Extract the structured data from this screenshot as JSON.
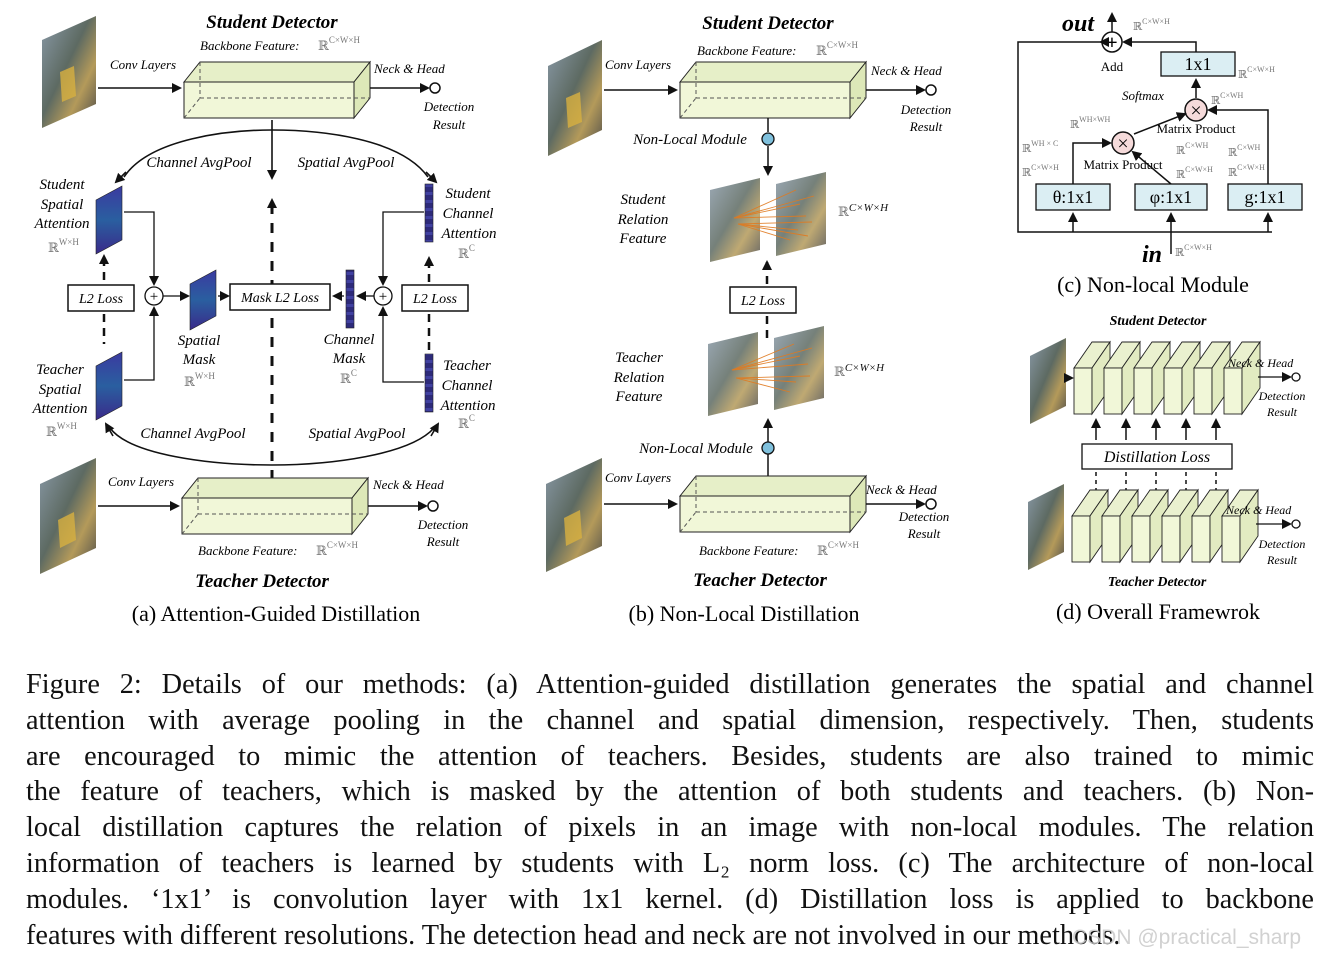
{
  "panel_a": {
    "title_student": "Student Detector",
    "backbone_top": "Backbone Feature:",
    "conv_top": "Conv Layers",
    "neck_top": "Neck & Head",
    "det_top_1": "Detection",
    "det_top_2": "Result",
    "channel_avgpool_top": "Channel AvgPool",
    "spatial_avgpool_top": "Spatial AvgPool",
    "student_spatial_1": "Student",
    "student_spatial_2": "Spatial",
    "student_spatial_3": "Attention",
    "student_channel_1": "Student",
    "student_channel_2": "Channel",
    "student_channel_3": "Attention",
    "l2_left": "L2 Loss",
    "l2_right": "L2 Loss",
    "mask_l2": "Mask L2 Loss",
    "spatial_mask_1": "Spatial",
    "spatial_mask_2": "Mask",
    "channel_mask_1": "Channel",
    "channel_mask_2": "Mask",
    "teacher_spatial_1": "Teacher",
    "teacher_spatial_2": "Spatial",
    "teacher_spatial_3": "Attention",
    "teacher_channel_1": "Teacher",
    "teacher_channel_2": "Channel",
    "teacher_channel_3": "Attention",
    "channel_avgpool_bottom": "Channel AvgPool",
    "spatial_avgpool_bottom": "Spatial AvgPool",
    "conv_bottom": "Conv Layers",
    "neck_bottom": "Neck & Head",
    "det_bottom_1": "Detection",
    "det_bottom_2": "Result",
    "backbone_bottom": "Backbone Feature:",
    "title_teacher": "Teacher Detector",
    "caption": "(a) Attention-Guided Distillation"
  },
  "panel_b": {
    "title_student": "Student Detector",
    "backbone_top": "Backbone Feature:",
    "conv_top": "Conv Layers",
    "neck_top": "Neck & Head",
    "det_top_1": "Detection",
    "det_top_2": "Result",
    "nonlocal_top": "Non-Local Module",
    "student_rel_1": "Student",
    "student_rel_2": "Relation",
    "student_rel_3": "Feature",
    "l2": "L2 Loss",
    "teacher_rel_1": "Teacher",
    "teacher_rel_2": "Relation",
    "teacher_rel_3": "Feature",
    "nonlocal_bottom": "Non-Local Module",
    "conv_bottom": "Conv Layers",
    "neck_bottom": "Neck & Head",
    "det_bottom_1": "Detection",
    "det_bottom_2": "Result",
    "backbone_bottom": "Backbone Feature:",
    "title_teacher": "Teacher Detector",
    "caption": "(b) Non-Local Distillation"
  },
  "panel_c": {
    "out": "out",
    "add": "Add",
    "conv_out": "1x1",
    "softmax": "Softmax",
    "matrix_product_1": "Matrix Product",
    "matrix_product_2": "Matrix Product",
    "theta": "θ:1x1",
    "phi": "φ:1x1",
    "g": "g:1x1",
    "in": "in",
    "caption": "(c) Non-local Module"
  },
  "panel_d": {
    "title_student": "Student Detector",
    "neck_top": "Neck & Head",
    "det_top_1": "Detection",
    "det_top_2": "Result",
    "distill_loss": "Distillation Loss",
    "neck_bottom": "Neck & Head",
    "det_bottom_1": "Detection",
    "det_bottom_2": "Result",
    "title_teacher": "Teacher Detector",
    "caption": "(d) Overall Framewrok"
  },
  "caption_lines": [
    "Figure 2: Details of our methods: (a) Attention-guided distillation generates the spatial and channel",
    "attention with average pooling in the channel and spatial dimension, respectively.  Then, students",
    "are encouraged to mimic the attention of teachers.  Besides, students are also trained to mimic",
    "the feature of teachers, which is masked by the attention of both students and teachers.  (b) Non-",
    "local distillation captures the relation of pixels in an image with non-local modules.  The relation",
    "information of teachers is learned by students with L₂ norm loss.  (c) The architecture of non-local",
    "modules.  ‘1x1’ is convolution layer with 1x1 kernel.  (d) Distillation loss is applied to backbone",
    "features with different resolutions. The detection head and neck are not involved in our methods."
  ],
  "watermark": "CSDN @practical_sharp",
  "colors": {
    "feature_fill": "#f1f7d8",
    "box_fill": "#dbeef3",
    "attention": "#3a2a8a",
    "relation_line": "#e07a20"
  }
}
